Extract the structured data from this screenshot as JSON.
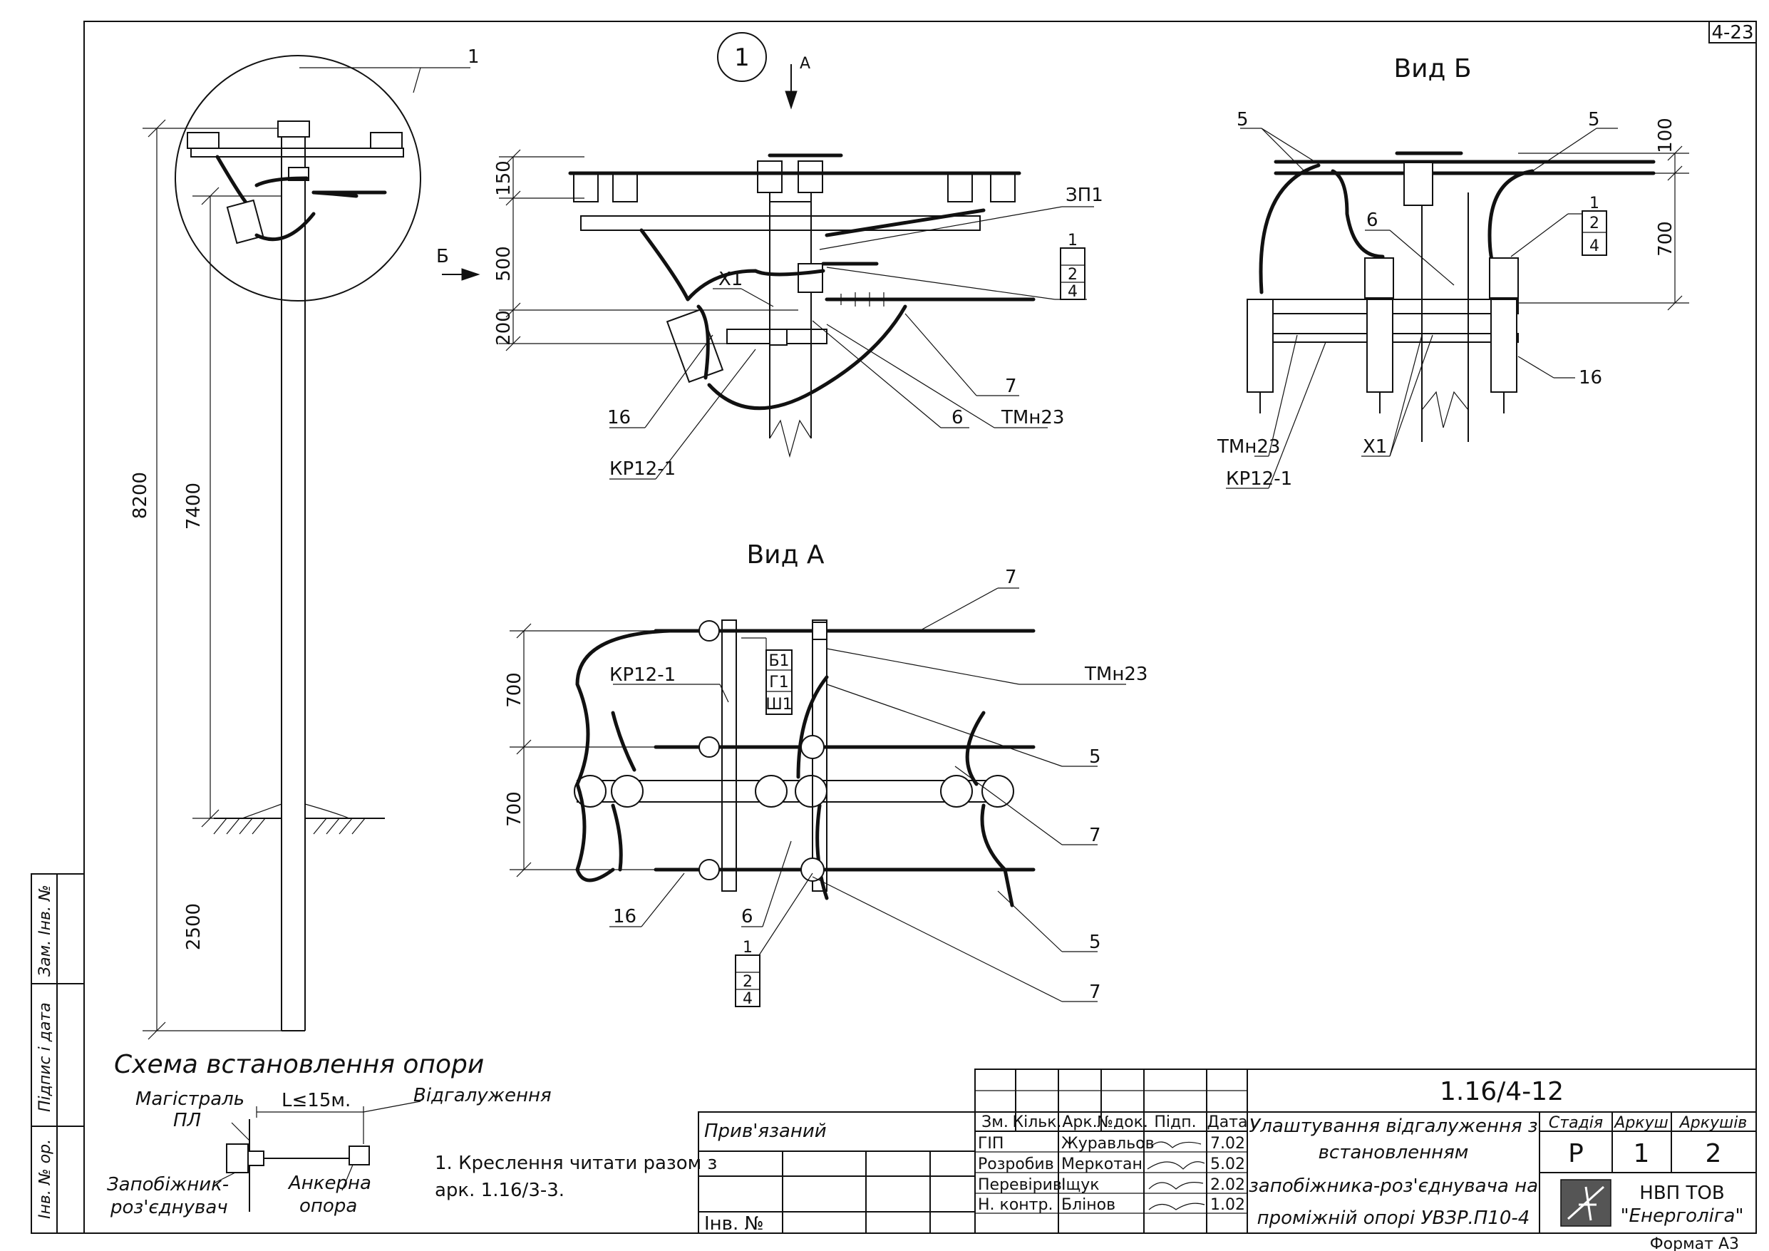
{
  "sheet": {
    "corner_code": "4-23",
    "format": "Формат А3"
  },
  "side_stamp": {
    "zam_inv": "Зам. Інв. №",
    "pidpys": "Підпис і дата",
    "inv_orig": "Інв. № ор."
  },
  "pole": {
    "dim_total": "8200",
    "dim_above": "7400",
    "dim_below": "2500",
    "callout_1": "1"
  },
  "detail": {
    "circle_label": "1",
    "arrow_a": "А",
    "arrow_b": "Б",
    "dim_150": "150",
    "dim_500": "500",
    "dim_200": "200",
    "zp1": "ЗП1",
    "stack": [
      "1",
      "2",
      "4"
    ],
    "x1": "Х1",
    "n16": "16",
    "kr": "КР12-1",
    "n6": "6",
    "n7": "7",
    "tmn": "ТМн23"
  },
  "view_b": {
    "title": "Вид Б",
    "n5a": "5",
    "n5b": "5",
    "n6": "6",
    "stack": [
      "1",
      "2",
      "4"
    ],
    "dim_100": "100",
    "dim_700": "700",
    "n16": "16",
    "tmn": "ТМн23",
    "kr": "КР12-1",
    "x1": "Х1"
  },
  "view_a": {
    "title": "Вид А",
    "n7a": "7",
    "kr": "КР12-1",
    "stack": [
      "Б1",
      "Г1",
      "Ш1"
    ],
    "tmn": "ТМн23",
    "dim_700a": "700",
    "dim_700b": "700",
    "n5a": "5",
    "n7b": "7",
    "n16": "16",
    "n6": "6",
    "stack2": [
      "1",
      "2",
      "4"
    ],
    "n5b": "5",
    "n7c": "7"
  },
  "scheme": {
    "title": "Схема встановлення опори",
    "main_line": "Магістраль",
    "pl": "ПЛ",
    "distance": "L≤15м.",
    "branch": "Відгалуження",
    "fuse": "Запобіжник-",
    "fuse2": "роз'єднувач",
    "anchor": "Анкерна",
    "anchor2": "опора"
  },
  "note": {
    "line1": "1. Креслення читати разом з",
    "line2": "арк. 1.16/3-3."
  },
  "title_block": {
    "pryviazanyi": "Прив'язаний",
    "inv_no": "Інв. №",
    "code": "1.16/4-12",
    "col_headers": [
      "Зм.",
      "Кільк.",
      "Арк.",
      "№док.",
      "Підп.",
      "Дата"
    ],
    "rows": [
      {
        "role": "ГІП",
        "name": "Журавльов",
        "date": "7.02"
      },
      {
        "role": "Розробив",
        "name": "Меркотан",
        "date": "5.02"
      },
      {
        "role": "Перевірив",
        "name": "Іщук",
        "date": "2.02"
      },
      {
        "role": "Н. контр.",
        "name": "Блінов",
        "date": "1.02"
      }
    ],
    "title_lines": [
      "Улаштування відгалуження з",
      "встановленням",
      "запобіжника-роз'єднувача на",
      "проміжній опорі УВЗР.П10-4"
    ],
    "stage_label": "Стадія",
    "sheet_label": "Аркуш",
    "sheets_label": "Аркушів",
    "stage": "Р",
    "sheet": "1",
    "sheets": "2",
    "org1": "НВП ТОВ",
    "org2": "\"Енерголіга\""
  }
}
